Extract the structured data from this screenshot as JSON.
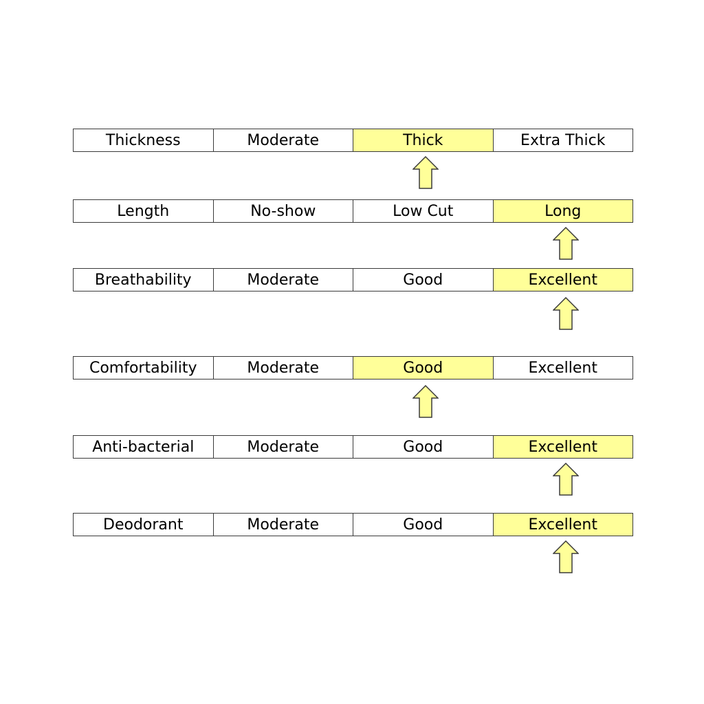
{
  "colors": {
    "highlight": "#ffff99",
    "border": "#3a3a3a",
    "arrow_fill": "#ffff99",
    "arrow_stroke": "#3a3a3a"
  },
  "rows": [
    {
      "label": "Thickness",
      "options": [
        "Moderate",
        "Thick",
        "Extra Thick"
      ],
      "selected": 1
    },
    {
      "label": "Length",
      "options": [
        "No-show",
        "Low Cut",
        "Long"
      ],
      "selected": 2
    },
    {
      "label": "Breathability",
      "options": [
        "Moderate",
        "Good",
        "Excellent"
      ],
      "selected": 2
    },
    {
      "label": "Comfortability",
      "options": [
        "Moderate",
        "Good",
        "Excellent"
      ],
      "selected": 1
    },
    {
      "label": "Anti-bacterial",
      "options": [
        "Moderate",
        "Good",
        "Excellent"
      ],
      "selected": 2
    },
    {
      "label": "Deodorant",
      "options": [
        "Moderate",
        "Good",
        "Excellent"
      ],
      "selected": 2
    }
  ]
}
